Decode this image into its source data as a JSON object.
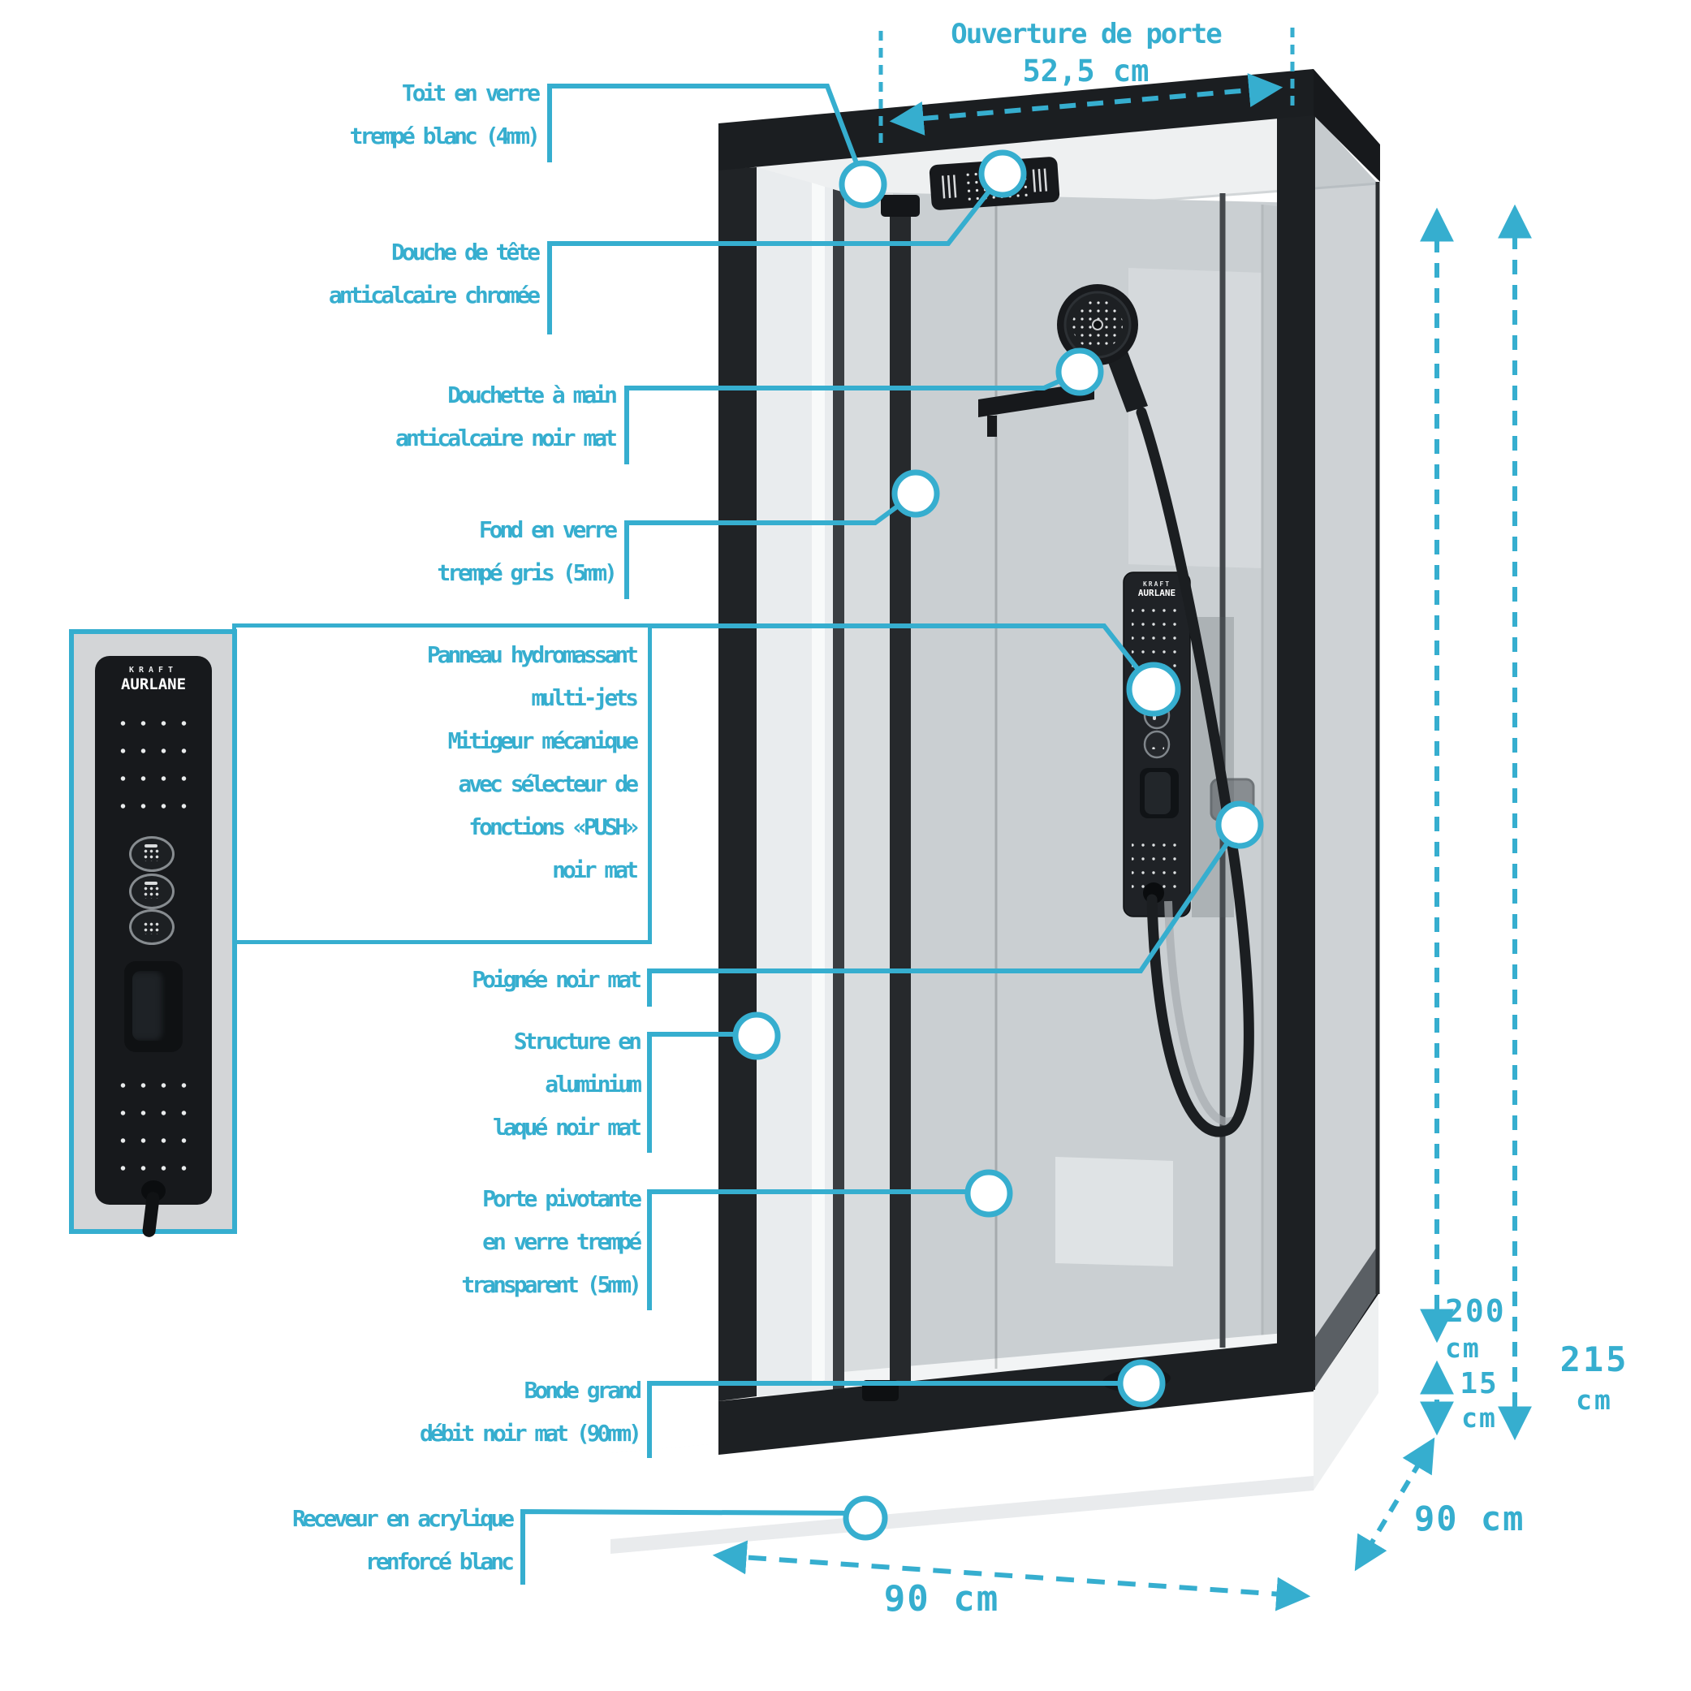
{
  "colors": {
    "accent": "#36aecf",
    "frame": "#1d2023",
    "back_wall": "#cacfd2",
    "tray": "#ffffff",
    "panel": "#1f2226"
  },
  "brand": {
    "line1": "KRAFT",
    "line2": "AURLANE"
  },
  "callouts": {
    "toit": {
      "lines": [
        "Toit en verre",
        "trempé blanc (4mm)"
      ]
    },
    "douche_tete": {
      "lines": [
        "Douche de tête",
        "anticalcaire chromée"
      ]
    },
    "douchette": {
      "lines": [
        "Douchette à main",
        "anticalcaire noir mat"
      ]
    },
    "fond": {
      "lines": [
        "Fond en verre",
        "trempé gris (5mm)"
      ]
    },
    "panneau": {
      "lines": [
        "Panneau hydromassant",
        "multi-jets",
        "Mitigeur mécanique",
        "avec sélecteur de",
        "fonctions «PUSH»",
        "noir mat"
      ]
    },
    "poignee": {
      "lines": [
        "Poignée noir mat"
      ]
    },
    "structure": {
      "lines": [
        "Structure en",
        "aluminium",
        "laqué noir mat"
      ]
    },
    "porte": {
      "lines": [
        "Porte pivotante",
        "en verre trempé",
        "transparent (5mm)"
      ]
    },
    "bonde": {
      "lines": [
        "Bonde grand",
        "débit noir mat (90mm)"
      ]
    },
    "receveur": {
      "lines": [
        "Receveur en acrylique",
        "renforcé blanc"
      ]
    }
  },
  "dimensions": {
    "door_opening_label": "Ouverture de porte",
    "door_opening_value": "52,5 cm",
    "inner_height_value": "200",
    "inner_height_unit": "cm",
    "total_height_value": "215",
    "total_height_unit": "cm",
    "tray_height_value": "15",
    "tray_height_unit": "cm",
    "depth": "90 cm",
    "width": "90 cm"
  }
}
